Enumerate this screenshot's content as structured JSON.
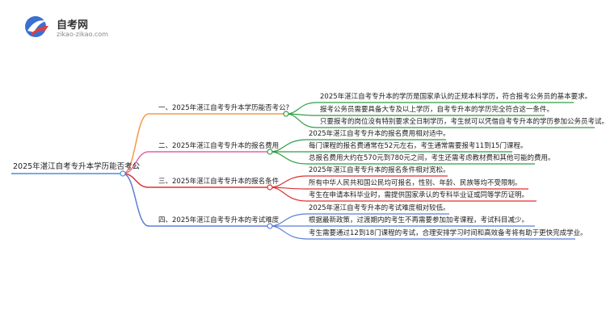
{
  "logo": {
    "title": "自考网",
    "url": "zikao-zikao.com"
  },
  "colors": {
    "root_line": "#4a8fd6",
    "branch1": "#f29a4a",
    "branch2": "#e064a0",
    "branch3": "#e03030",
    "branch4": "#5b7fd6",
    "leaf1": "#2f9e44",
    "leaf2": "#2f9e44",
    "leaf3": "#e03030",
    "leaf4": "#5b7fd6"
  },
  "root": "2025年湛江自考专升本学历能否考公",
  "branches": [
    {
      "label": "一、2025年湛江自考专升本学历能否考公?",
      "leaves": [
        "2025年湛江自考专升本的学历是国家承认的正规本科学历，符合报考公务员的基本要求。",
        "报考公务员需要具备大专及以上学历，自考专升本的学历完全符合这一条件。",
        "只要报考的岗位没有特别要求全日制学历，考生就可以凭借自考专升本的学历参加公务员考试。"
      ]
    },
    {
      "label": "二、2025年湛江自考专升本的报名费用",
      "leaves": [
        "2025年湛江自考专升本的报名费用相对适中。",
        "每门课程的报名费通常在52元左右，考生通常需要报考11到15门课程。",
        "总报名费用大约在570元到780元之间，考生还需考虑教材费和其他可能的费用。"
      ]
    },
    {
      "label": "三、2025年湛江自考专升本的报名条件",
      "leaves": [
        "2025年湛江自考专升本的报名条件相对宽松。",
        "所有中华人民共和国公民均可报名，性别、年龄、民族等均不受限制。",
        "考生在申请本科毕业时，需提供国家承认的专科毕业证或同等学历证明。"
      ]
    },
    {
      "label": "四、2025年湛江自考专升本的考试难度",
      "leaves": [
        "2025年湛江自考专升本的考试难度相对较低。",
        "根据最新政策，过渡期内的考生不再需要参加加考课程，考试科目减少。",
        "考生需要通过12到18门课程的考试，合理安排学习时间和高效备考将有助于更快完成学业。"
      ]
    }
  ]
}
